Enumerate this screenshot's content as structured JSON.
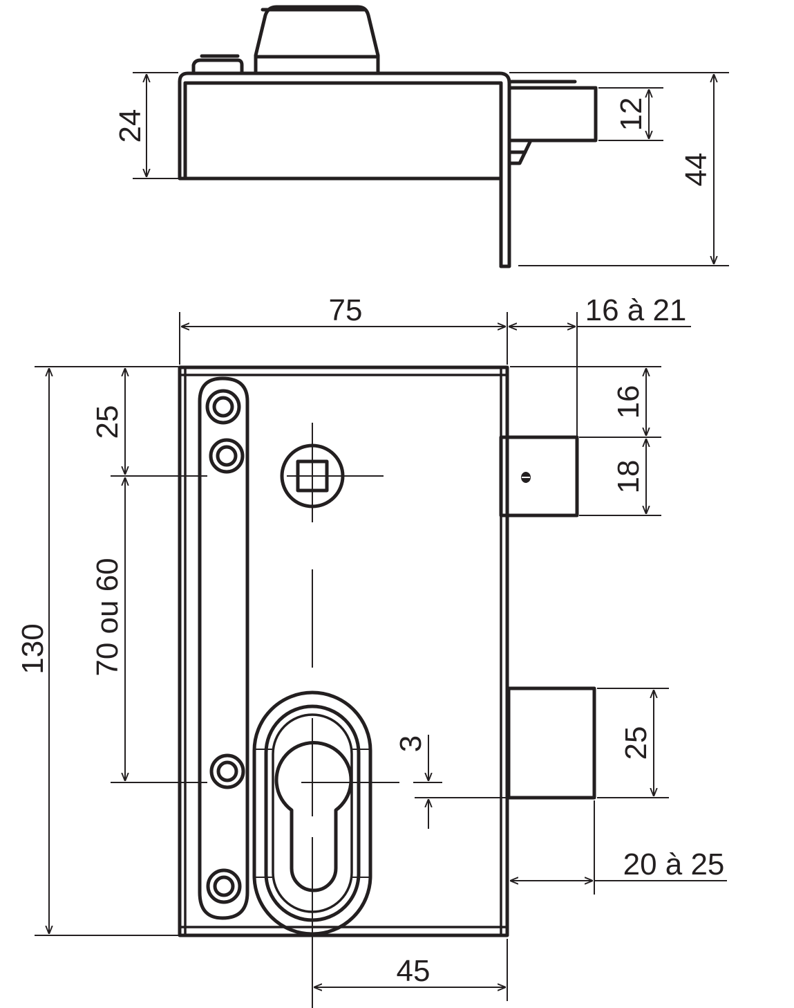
{
  "drawing": {
    "title": "Lock technical dimension drawing",
    "units": "mm",
    "colors": {
      "line": "#231f20",
      "background": "#ffffff"
    },
    "top_view": {
      "dimensions": {
        "body_depth": "24",
        "bolt_height": "12",
        "total_depth": "44"
      }
    },
    "front_view": {
      "dimensions": {
        "body_width": "75",
        "latch_projection": "16 à 21",
        "latch_offset_top": "16",
        "latch_height": "18",
        "total_height": "130",
        "spindle_from_top": "25",
        "spindle_to_cylinder": "70 ou 60",
        "deadbolt_height": "25",
        "cylinder_offset": "3",
        "deadbolt_projection": "20 à 25",
        "backset": "45"
      }
    }
  }
}
